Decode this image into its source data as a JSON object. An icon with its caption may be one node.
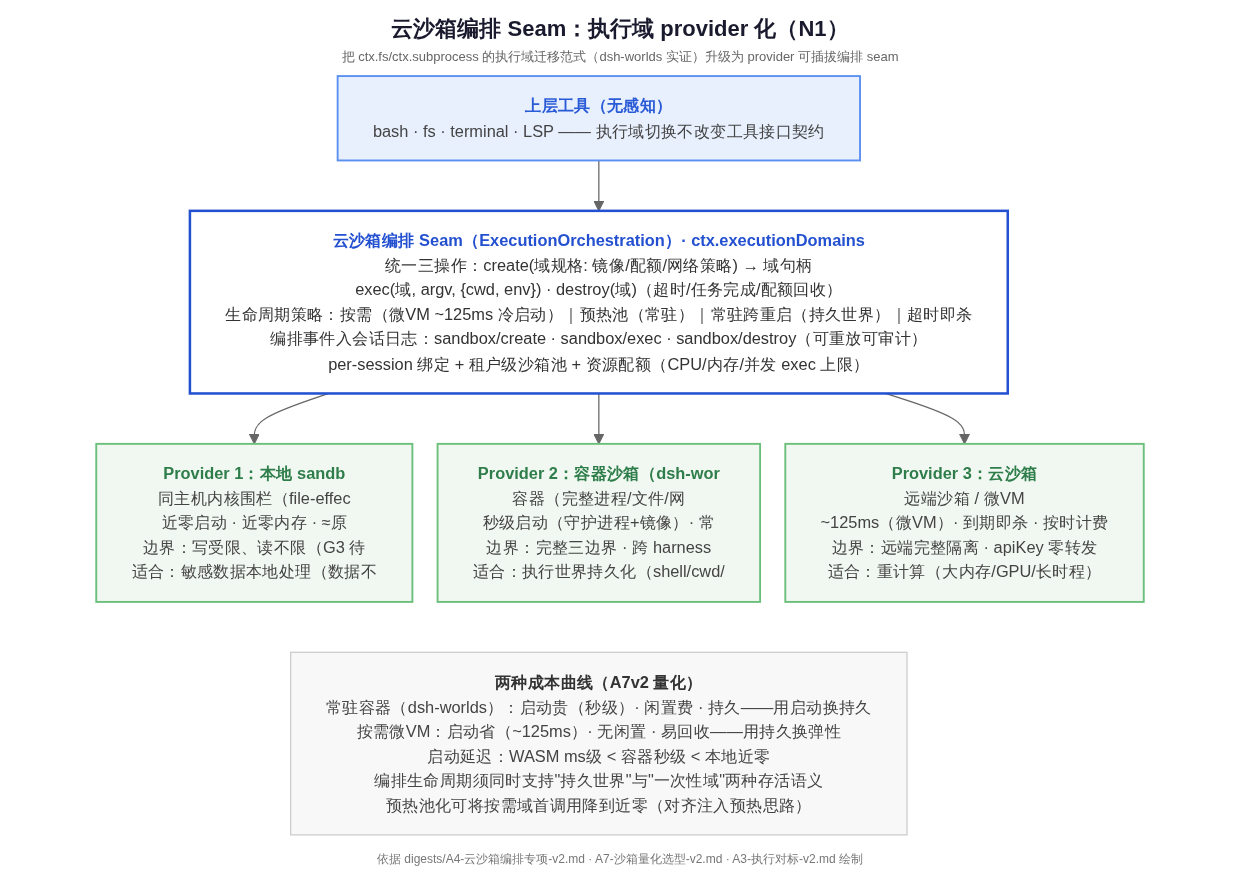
{
  "diagram": {
    "title": "云沙箱编排 Seam：执行域 provider 化（N1）",
    "caption": "依据 digests/A4-云沙箱编排专项-v2.md · A7-沙箱量化选型-v2.md · A3-执行对标-v2.md 绘制",
    "nodes": [
      {
        "text": [
          "上层工具（无感知）",
          "bash · fs · terminal · LSP —— 执行域切换不改变工具接口契约"
        ]
      },
      {
        "text": [
          "云沙箱编排 Seam（ExecutionOrchestration）· ctx.executionDomains",
          "统一三操作：create(域规格: 镜像/配额/网络策略) → 域句柄",
          "exec(域, argv, {cwd, env}) · destroy(域)（超时/任务完成/配额回收）",
          "生命周期策略：按需（微VM ~125ms 冷启动）｜预热池（常驻）｜常驻跨重启（持久世界）｜超时即杀",
          "编排事件入会话日志：sandbox/create · sandbox/exec · sandbox/destroy（可重放可审计）",
          "per-session 绑定 + 租户级沙箱池 + 资源配额（CPU/内存/并发 exec 上限）"
        ]
      },
      {
        "text": [
          "Provider 1：本地 sandb",
          "同主机内核围栏（file-effec",
          "近零启动 · 近零内存 · ≈原",
          "边界：写受限、读不限（G3 待",
          "适合：敏感数据本地处理（数据不"
        ]
      },
      {
        "text": [
          "Provider 2：容器沙箱（dsh-wor",
          "容器（完整进程/文件/网",
          "秒级启动（守护进程+镜像）· 常",
          "边界：完整三边界 · 跨 harness",
          "适合：执行世界持久化（shell/cwd/"
        ]
      },
      {
        "text": [
          "Provider 3：云沙箱",
          "远端沙箱 / 微VM",
          "~125ms（微VM）· 到期即杀 · 按时计费",
          "边界：远端完整隔离 · apiKey 零转发",
          "适合：重计算（大内存/GPU/长时程）"
        ]
      },
      {
        "text": [
          "两种成本曲线（A7v2 量化）",
          "常驻容器（dsh-worlds）：启动贵（秒级）· 闲置费 · 持久——用启动换持久",
          "按需微VM：启动省（~125ms）· 无闲置 · 易回收——用持久换弹性",
          "启动延迟：WASM ms级 < 容器秒级 < 本地近零",
          "编排生命周期须同时支持\"持久世界\"与\"一次性域\"两种存活语义",
          "预热池化可将按需域首调用降到近零（对齐注入预热思路）"
        ]
      }
    ],
    "edges": [
      {
        "from": 0,
        "to": 1,
        "arrow": "to"
      },
      {
        "from": 1,
        "to": 2,
        "arrow": "to"
      },
      {
        "from": 1,
        "to": 3,
        "arrow": "to"
      },
      {
        "from": 1,
        "to": 4,
        "arrow": "to"
      }
    ],
    "labels": [
      "把 ctx.fs/ctx.subprocess 的执行域迁移范式（dsh-worlds 实证）升级为 provider 可插拔编排 seam"
    ]
  }
}
